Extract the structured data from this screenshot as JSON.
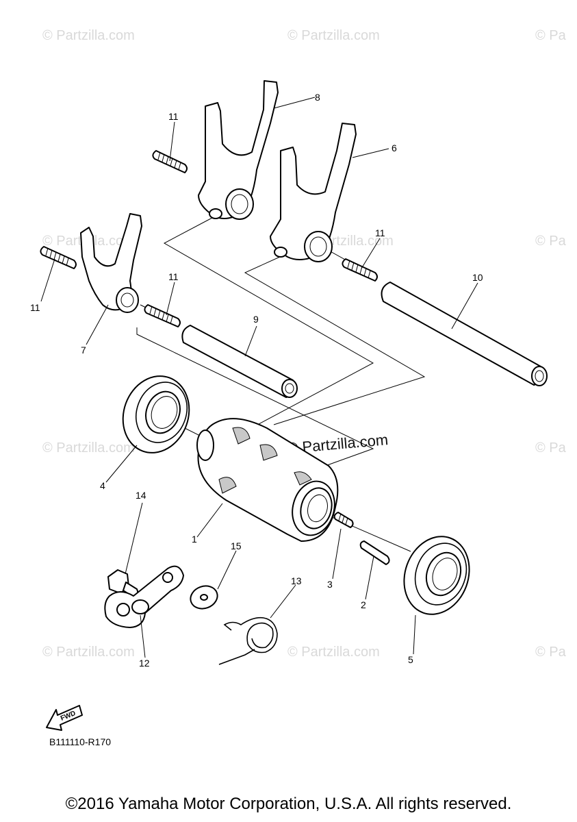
{
  "watermark": {
    "small": "© Partzilla.com",
    "small_partial": "© Pa",
    "large": "© Partzilla.com"
  },
  "callouts": {
    "c1": "1",
    "c2": "2",
    "c3": "3",
    "c4": "4",
    "c5": "5",
    "c6": "6",
    "c7": "7",
    "c8": "8",
    "c9": "9",
    "c10": "10",
    "c11a": "11",
    "c11b": "11",
    "c11c": "11",
    "c11d": "11",
    "c12": "12",
    "c13": "13",
    "c14": "14",
    "c15": "15"
  },
  "fwd_label": "FWD",
  "reference_code": "B111110-R170",
  "copyright": "©2016 Yamaha Motor Corporation, U.S.A. All rights reserved."
}
